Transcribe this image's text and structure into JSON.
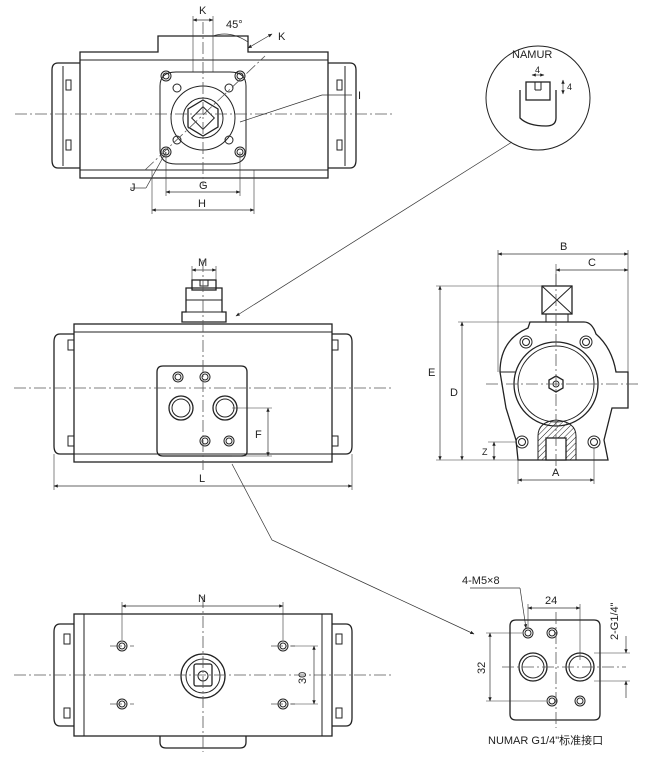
{
  "labels": {
    "K": "K",
    "angle": "45°",
    "I": "I",
    "J": "J",
    "G": "G",
    "H": "H",
    "namur": "NAMUR",
    "namur_w": "4",
    "namur_h": "4",
    "M": "M",
    "B": "B",
    "C": "C",
    "E": "E",
    "D": "D",
    "Z": "Z",
    "A": "A",
    "F": "F",
    "L": "L",
    "N": "N",
    "dim30": "30",
    "thread": "4-M5×8",
    "dim24": "24",
    "port": "2-G1/4\"",
    "dim32": "32",
    "caption": "NUMAR G1/4\"标准接口"
  }
}
